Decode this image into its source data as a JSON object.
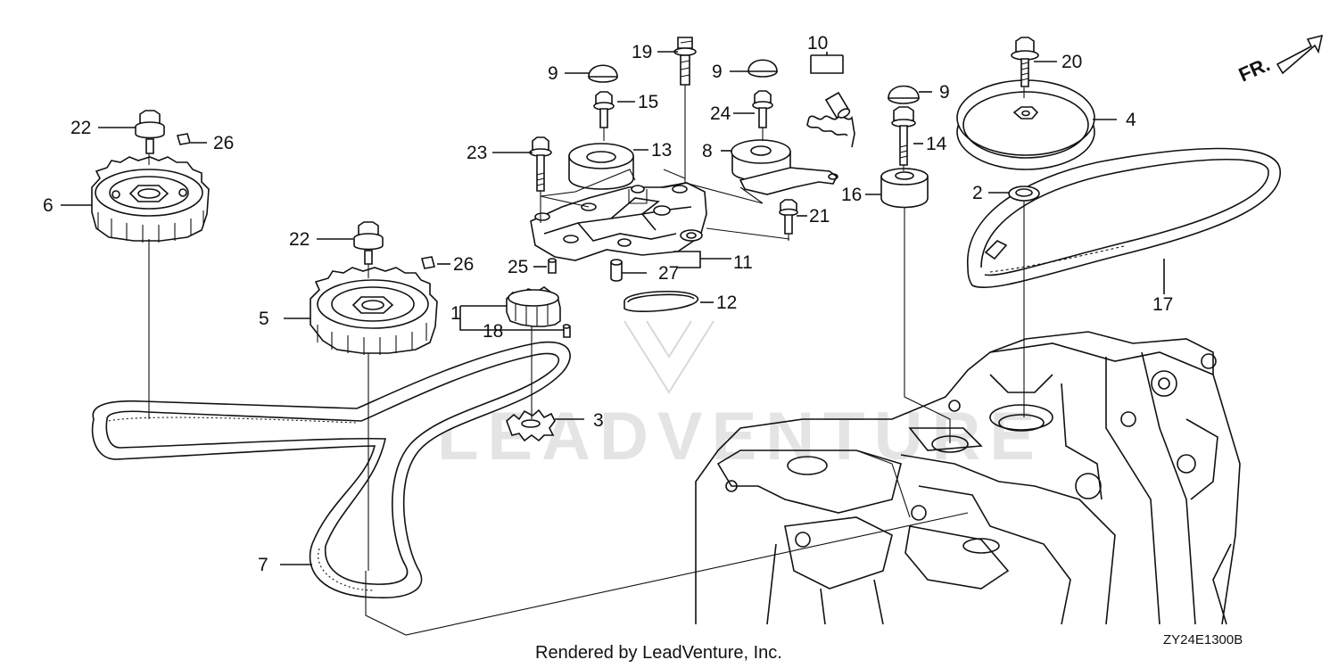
{
  "callouts": [
    {
      "n": "1"
    },
    {
      "n": "2"
    },
    {
      "n": "3"
    },
    {
      "n": "4"
    },
    {
      "n": "5"
    },
    {
      "n": "6"
    },
    {
      "n": "7"
    },
    {
      "n": "8"
    },
    {
      "n": "9"
    },
    {
      "n": "9"
    },
    {
      "n": "9"
    },
    {
      "n": "10"
    },
    {
      "n": "11"
    },
    {
      "n": "12"
    },
    {
      "n": "13"
    },
    {
      "n": "14"
    },
    {
      "n": "15"
    },
    {
      "n": "16"
    },
    {
      "n": "17"
    },
    {
      "n": "18"
    },
    {
      "n": "19"
    },
    {
      "n": "20"
    },
    {
      "n": "21"
    },
    {
      "n": "22"
    },
    {
      "n": "22"
    },
    {
      "n": "23"
    },
    {
      "n": "24"
    },
    {
      "n": "25"
    },
    {
      "n": "26"
    },
    {
      "n": "26"
    },
    {
      "n": "27"
    }
  ],
  "direction_label": "FR.",
  "watermark": "LEADVENTURE",
  "credit": "Rendered by LeadVenture, Inc.",
  "diagram_code": "ZY24E1300B"
}
